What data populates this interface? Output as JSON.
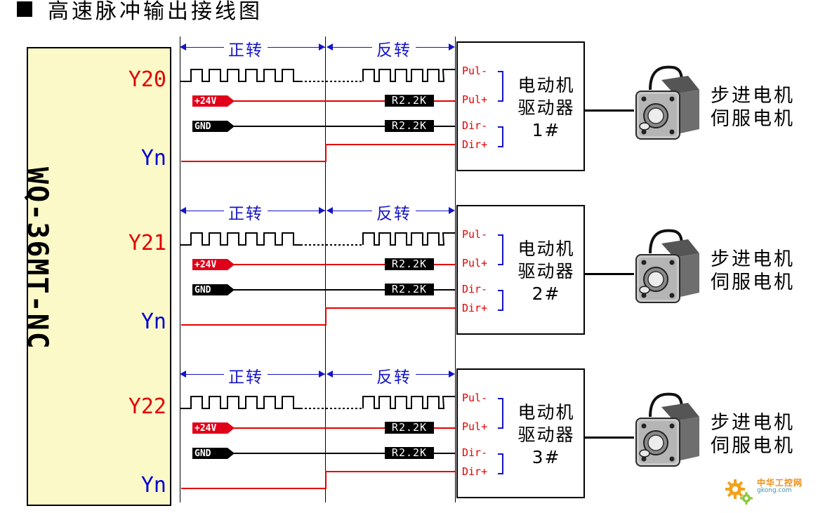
{
  "title": "高速脉冲输出接线图",
  "plc": {
    "model": "WQ-36MT-NC"
  },
  "direction_labels": {
    "forward": "正转",
    "reverse": "反转"
  },
  "signal_tags": {
    "plus24": "+24V",
    "gnd": "GND",
    "resistor": "R2.2K"
  },
  "pins": {
    "pul_neg": "Pul-",
    "pul_pos": "Pul+",
    "dir_neg": "Dir-",
    "dir_pos": "Dir+"
  },
  "driver": {
    "line1": "电动机",
    "line2": "驱动器"
  },
  "motor_type": {
    "line1": "步进电机",
    "line2": "伺服电机"
  },
  "channels": [
    {
      "pulse_port": "Y20",
      "dir_port": "Yn",
      "driver_no": "1#"
    },
    {
      "pulse_port": "Y21",
      "dir_port": "Yn",
      "driver_no": "2#"
    },
    {
      "pulse_port": "Y22",
      "dir_port": "Yn",
      "driver_no": "3#"
    }
  ],
  "watermark": {
    "cn": "中华工控网",
    "en": "gkong.com"
  },
  "colors": {
    "pulse_red": "#e40000",
    "direction_blue": "#1414c8",
    "plc_fill": "#fbf9c8",
    "logo_orange": "#f08c10"
  },
  "icons": [
    "stepper-motor-icon",
    "gear-logo-icon"
  ]
}
